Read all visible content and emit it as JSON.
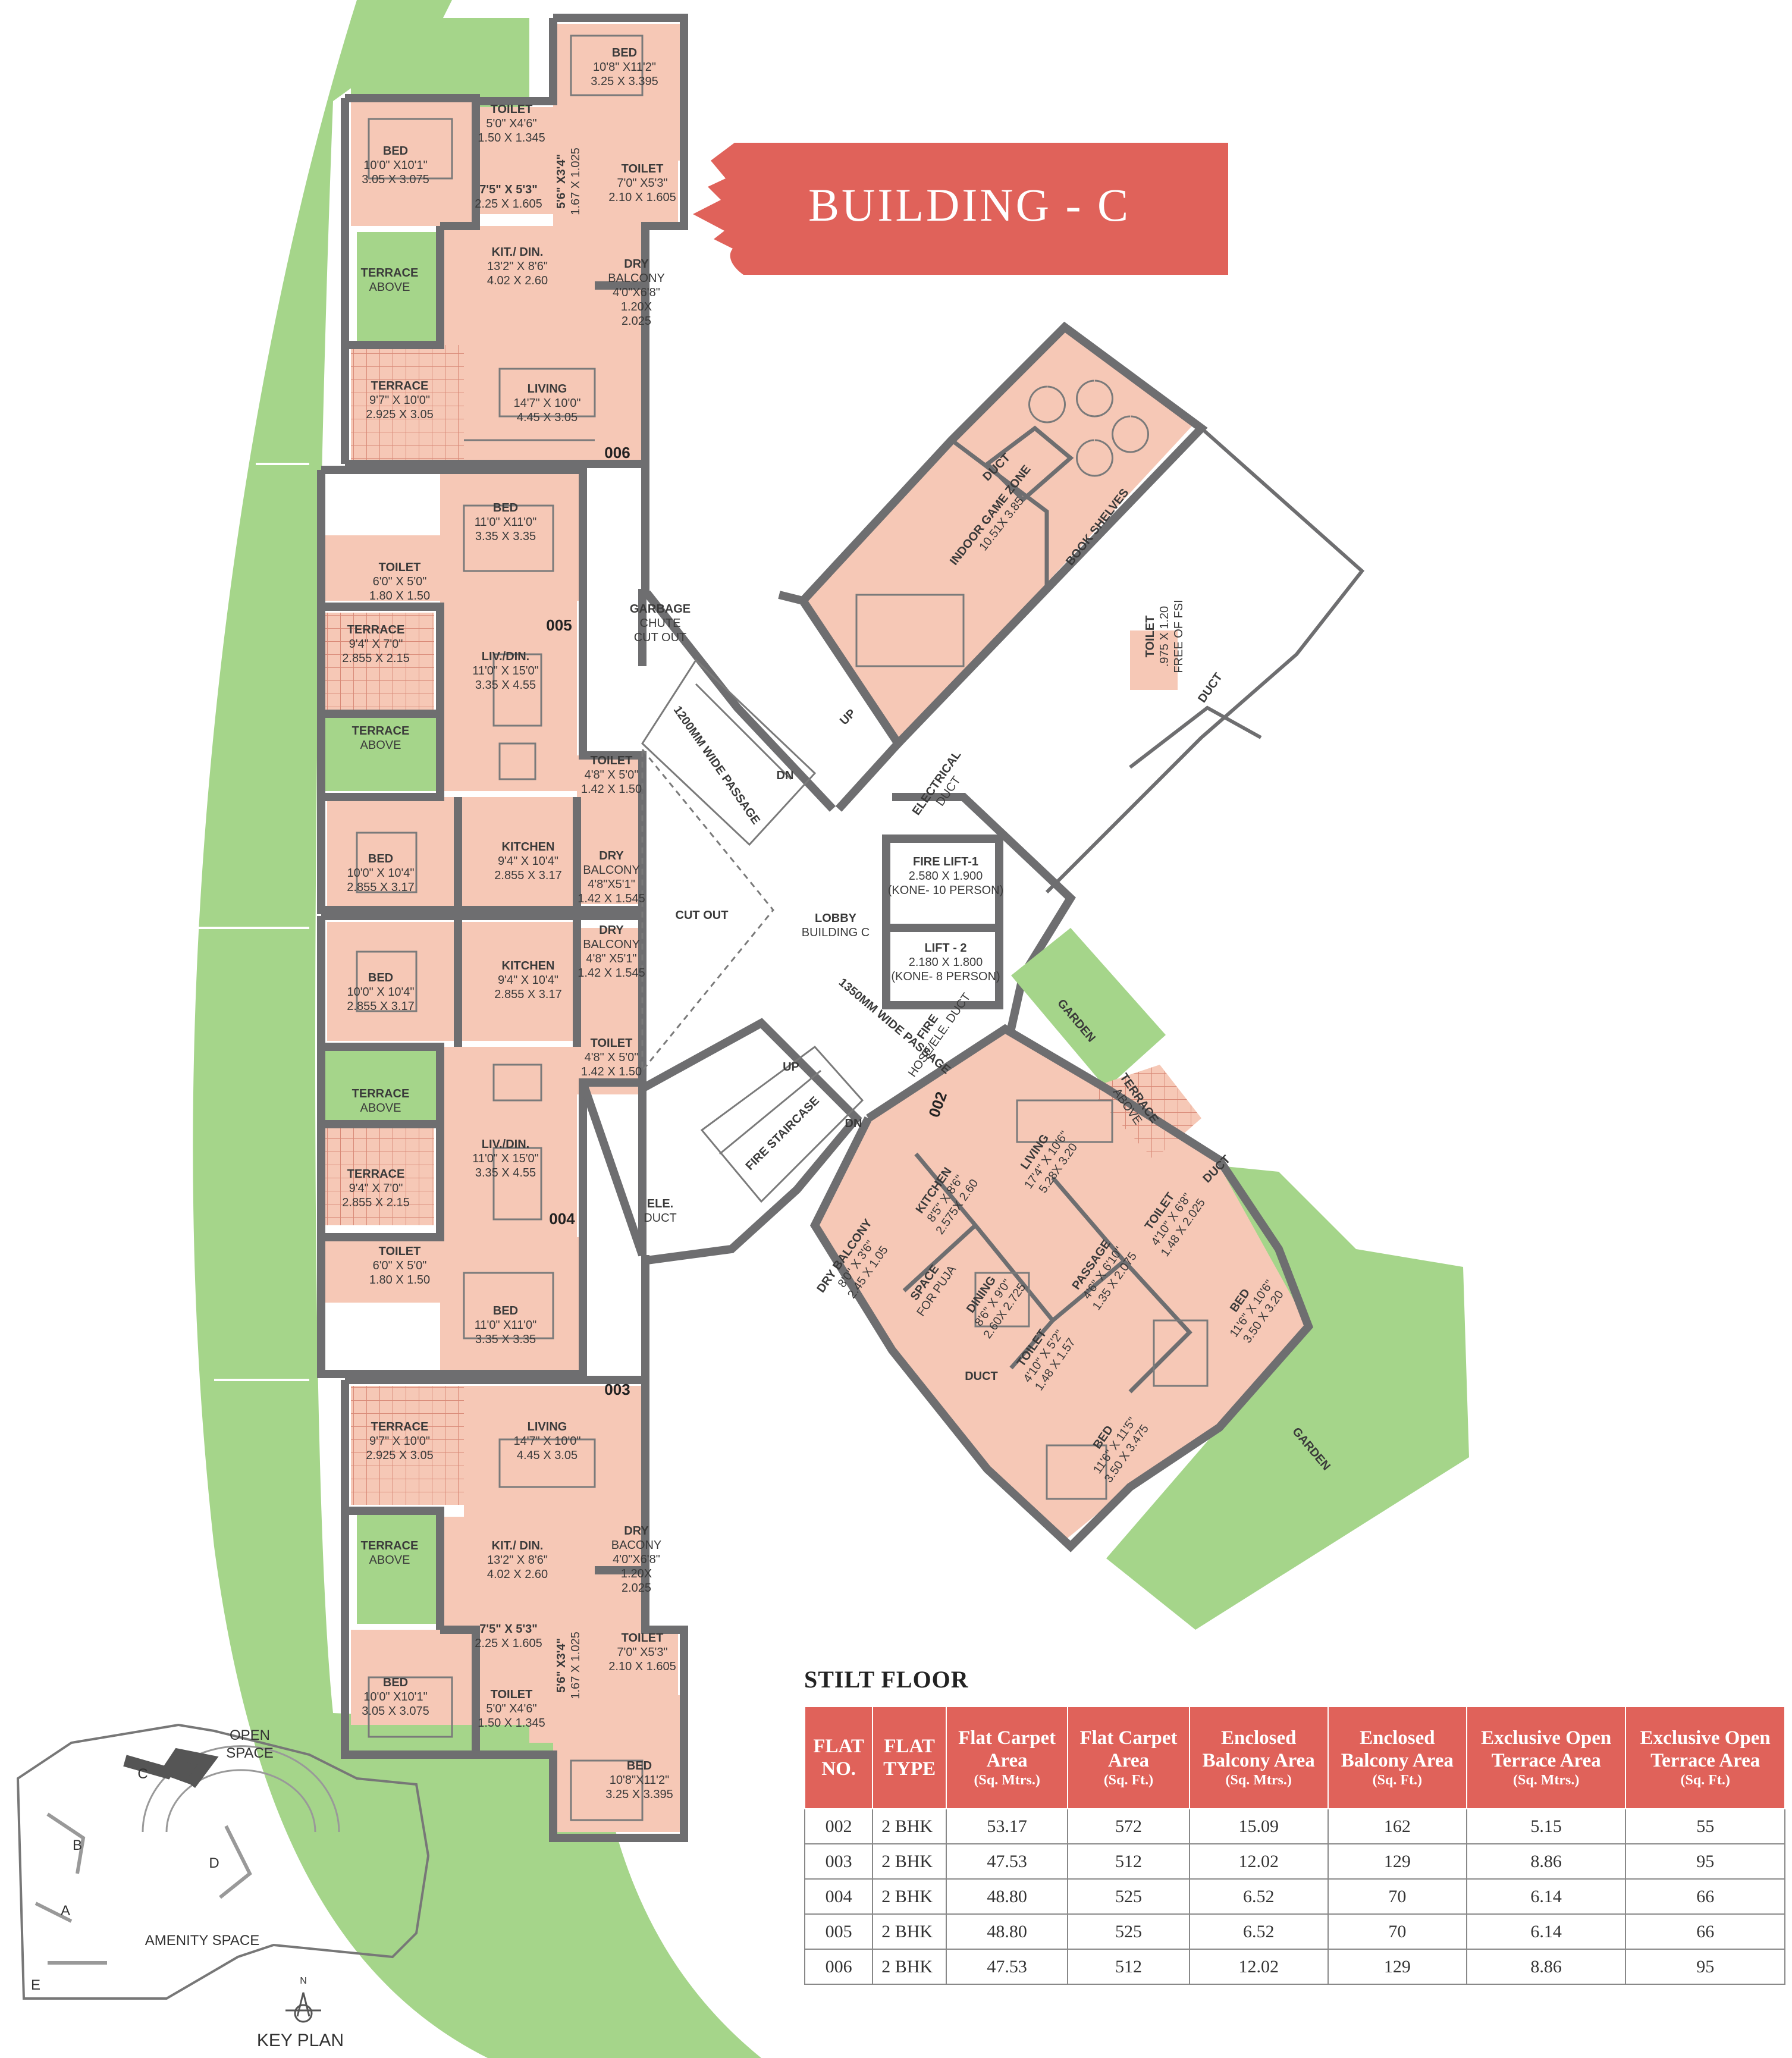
{
  "building_title": "BUILDING - C",
  "floor_title": "STILT FLOOR",
  "colors": {
    "banner": "#e0625a",
    "room": "#f6c8b6",
    "garden": "#a5d58a",
    "wall": "#6e6e70",
    "table_header": "#e0625a"
  },
  "flats": {
    "f002": "002",
    "f003": "003",
    "f004": "004",
    "f005": "005",
    "f006": "006"
  },
  "rooms": {
    "r006_bed1": [
      "BED",
      "10'8\" X11'2\"",
      "3.25 X 3.395"
    ],
    "r006_bed2": [
      "BED",
      "10'0\" X10'1\"",
      "3.05 X 3.075"
    ],
    "r006_toilet1": [
      "TOILET",
      "5'0\" X4'6\"",
      "1.50 X 1.345"
    ],
    "r006_toilet2": [
      "TOILET",
      "7'0\" X5'3\"",
      "2.10 X 1.605"
    ],
    "r006_pass1": [
      "7'5\" X 5'3\"",
      "2.25 X 1.605"
    ],
    "r006_pass2": [
      "5'6\" X3'4\"",
      "1.67 X 1.025"
    ],
    "r006_kit": [
      "KIT./ DIN.",
      "13'2\" X 8'6\"",
      "4.02 X 2.60"
    ],
    "r006_dry": [
      "DRY",
      "BALCONY",
      "4'0\"X6'8\"",
      "1.20X",
      "2.025"
    ],
    "r006_terrace_above": [
      "TERRACE",
      "ABOVE"
    ],
    "r006_terrace": [
      "TERRACE",
      "9'7\" X 10'0\"",
      "2.925 X 3.05"
    ],
    "r006_living": [
      "LIVING",
      "14'7\" X 10'0\"",
      "4.45 X 3.05"
    ],
    "r005_bed": [
      "BED",
      "11'0\" X11'0\"",
      "3.35 X 3.35"
    ],
    "r005_toilet1": [
      "TOILET",
      "6'0\" X 5'0\"",
      "1.80 X 1.50"
    ],
    "r005_terrace": [
      "TERRACE",
      "9'4\" X 7'0\"",
      "2.855 X 2.15"
    ],
    "r005_liv": [
      "LIV./DIN.",
      "11'0\" X 15'0\"",
      "3.35 X 4.55"
    ],
    "r005_terrace_above": [
      "TERRACE",
      "ABOVE"
    ],
    "r005_toilet2": [
      "TOILET",
      "4'8\" X 5'0\"",
      "1.42 X 1.50"
    ],
    "r005_bed2": [
      "BED",
      "10'0\" X 10'4\"",
      "2.855 X 3.17"
    ],
    "r005_kitchen": [
      "KITCHEN",
      "9'4\" X 10'4\"",
      "2.855 X 3.17"
    ],
    "r005_dry": [
      "DRY",
      "BALCONY",
      "4'8\"X5'1\"",
      "1.42 X 1.545"
    ],
    "r004_bed2": [
      "BED",
      "10'0\" X 10'4\"",
      "2.855 X 3.17"
    ],
    "r004_kitchen": [
      "KITCHEN",
      "9'4\" X 10'4\"",
      "2.855 X 3.17"
    ],
    "r004_dry": [
      "DRY",
      "BALCONY",
      "4'8\" X5'1\"",
      "1.42 X 1.545"
    ],
    "r004_toilet2": [
      "TOILET",
      "4'8\" X 5'0\"",
      "1.42 X 1.50"
    ],
    "r004_terrace_above": [
      "TERRACE",
      "ABOVE"
    ],
    "r004_liv": [
      "LIV./DIN.",
      "11'0\" X 15'0\"",
      "3.35 X 4.55"
    ],
    "r004_terrace": [
      "TERRACE",
      "9'4\" X 7'0\"",
      "2.855 X 2.15"
    ],
    "r004_toilet1": [
      "TOILET",
      "6'0\" X 5'0\"",
      "1.80 X 1.50"
    ],
    "r004_bed": [
      "BED",
      "11'0\" X11'0\"",
      "3.35 X 3.35"
    ],
    "r003_terrace": [
      "TERRACE",
      "9'7\" X 10'0\"",
      "2.925 X 3.05"
    ],
    "r003_living": [
      "LIVING",
      "14'7\" X 10'0\"",
      "4.45 X 3.05"
    ],
    "r003_terrace_above": [
      "TERRACE",
      "ABOVE"
    ],
    "r003_kit": [
      "KIT./ DIN.",
      "13'2\" X 8'6\"",
      "4.02 X 2.60"
    ],
    "r003_dry": [
      "DRY",
      "BACONY",
      "4'0\"X6'8\"",
      "1.20X",
      "2.025"
    ],
    "r003_pass1": [
      "7'5\" X 5'3\"",
      "2.25 X 1.605"
    ],
    "r003_pass2": [
      "5'6\" X3'4\"",
      "1.67 X 1.025"
    ],
    "r003_toilet2": [
      "TOILET",
      "7'0\" X5'3\"",
      "2.10 X 1.605"
    ],
    "r003_bed2": [
      "BED",
      "10'0\" X10'1\"",
      "3.05 X 3.075"
    ],
    "r003_toilet1": [
      "TOILET",
      "5'0\" X4'6\"",
      "1.50 X 1.345"
    ],
    "r003_bed1": [
      "BED",
      "10'8\"X11'2\"",
      "3.25 X 3.395"
    ],
    "game_zone": [
      "INDOOR GAME ZONE",
      "10.51X 3.85"
    ],
    "book_shelves": [
      "BOOK SHELVES"
    ],
    "duct1": [
      "DUCT"
    ],
    "toilet_fsi": [
      "TOILET",
      ".975 X 1.20",
      "FREE OF FSI"
    ],
    "duct2": [
      "DUCT"
    ],
    "garbage": [
      "GARBAGE",
      "CHUTE",
      "CUT OUT"
    ],
    "passage1200": [
      "1200MM WIDE PASSAGE"
    ],
    "cutout": [
      "CUT OUT"
    ],
    "lobby": [
      "LOBBY",
      "BUILDING C"
    ],
    "elec_duct": [
      "ELECTRICAL",
      "DUCT"
    ],
    "fire_lift": [
      "FIRE LIFT-1",
      "2.580 X 1.900",
      "(KONE- 10 PERSON)"
    ],
    "lift2": [
      "LIFT - 2",
      "2.180 X 1.800",
      "(KONE- 8 PERSON)"
    ],
    "fire_hose": [
      "FIRE",
      "HOSE/ELE. DUCT"
    ],
    "passage1350": [
      "1350MM WIDE PASSAGE"
    ],
    "fire_staircase": [
      "FIRE STAIRCASE"
    ],
    "ele_duct": [
      "ELE.",
      "DUCT"
    ],
    "up1": [
      "UP"
    ],
    "dn1": [
      "DN"
    ],
    "up2": [
      "UP"
    ],
    "dn2": [
      "DN"
    ],
    "r002_garden1": [
      "GARDEN"
    ],
    "r002_terrace_above": [
      "TERRACE",
      "ABOVE"
    ],
    "r002_living": [
      "LIVING",
      "17'4\" X 10'6\"",
      "5.28X 3.20"
    ],
    "r002_kitchen": [
      "KITCHEN",
      "8'5\" X 8'6\"",
      "2.575X 2.60"
    ],
    "r002_dry": [
      "DRY BALCONY",
      "8'0\" X 3'6\"",
      "2.45 X 1.05"
    ],
    "r002_puja": [
      "SPACE",
      "FOR PUJA"
    ],
    "r002_dining": [
      "DINING",
      "8'6\" X 9'0\"",
      "2.60X 2.725"
    ],
    "r002_passage": [
      "PASSAGE",
      "4'6\" X 6'10\"",
      "1.35 X 2.075"
    ],
    "r002_toilet1": [
      "TOILET",
      "4'10\" X 6'8\"",
      "1.48 X 2.025"
    ],
    "r002_toilet2": [
      "TOILET",
      "4'10\" X 5'2\"",
      "1.48 X 1.57"
    ],
    "r002_bed1": [
      "BED",
      "11'6\" X 10'6\"",
      "3.50 X 3.20"
    ],
    "r002_bed2": [
      "BED",
      "11'6\" X 11'5\"",
      "3.50 X 3.475"
    ],
    "r002_duct1": [
      "DUCT"
    ],
    "r002_duct2": [
      "DUCT"
    ],
    "r002_garden2": [
      "GARDEN"
    ]
  },
  "key_plan": {
    "title": "KEY PLAN",
    "north": "N",
    "open_space": [
      "OPEN",
      "SPACE"
    ],
    "amenity_space": "AMENITY SPACE",
    "blocks": [
      "A",
      "B",
      "C",
      "D",
      "E"
    ]
  },
  "table": {
    "headers": [
      {
        "title": [
          "FLAT",
          "NO."
        ],
        "unit": ""
      },
      {
        "title": [
          "FLAT",
          "TYPE"
        ],
        "unit": ""
      },
      {
        "title": [
          "Flat Carpet",
          "Area"
        ],
        "unit": "(Sq. Mtrs.)"
      },
      {
        "title": [
          "Flat Carpet",
          "Area"
        ],
        "unit": "(Sq. Ft.)"
      },
      {
        "title": [
          "Enclosed",
          "Balcony Area"
        ],
        "unit": "(Sq. Mtrs.)"
      },
      {
        "title": [
          "Enclosed",
          "Balcony Area"
        ],
        "unit": "(Sq. Ft.)"
      },
      {
        "title": [
          "Exclusive Open",
          "Terrace Area"
        ],
        "unit": "(Sq. Mtrs.)"
      },
      {
        "title": [
          "Exclusive Open",
          "Terrace Area"
        ],
        "unit": "(Sq. Ft.)"
      }
    ],
    "rows": [
      [
        "002",
        "2 BHK",
        "53.17",
        "572",
        "15.09",
        "162",
        "5.15",
        "55"
      ],
      [
        "003",
        "2 BHK",
        "47.53",
        "512",
        "12.02",
        "129",
        "8.86",
        "95"
      ],
      [
        "004",
        "2 BHK",
        "48.80",
        "525",
        "6.52",
        "70",
        "6.14",
        "66"
      ],
      [
        "005",
        "2 BHK",
        "48.80",
        "525",
        "6.52",
        "70",
        "6.14",
        "66"
      ],
      [
        "006",
        "2 BHK",
        "47.53",
        "512",
        "12.02",
        "129",
        "8.86",
        "95"
      ]
    ]
  }
}
